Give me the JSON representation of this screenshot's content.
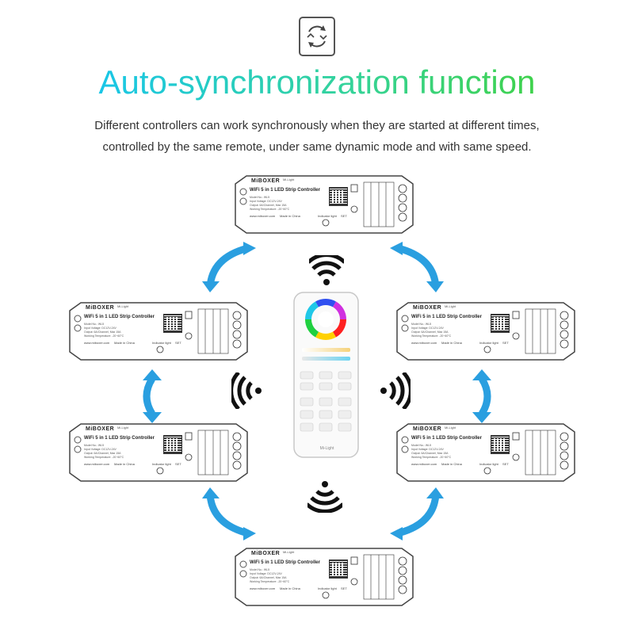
{
  "header": {
    "icon": "sync-arrows-icon",
    "title": "Auto-synchronization function",
    "description_line1": "Different controllers can work synchronously when they are started at different times,",
    "description_line2": "controlled by the same remote, under same dynamic mode and with same speed."
  },
  "controller": {
    "brand": "MiBOXER",
    "subbrand": "Mi-Light",
    "product_name": "WiFi 5 in 1 LED Strip Controller",
    "spec_lines": [
      "Model No.: WL5",
      "Input Voltage: DC12V-24V",
      "Output: 6A/Channel, Max 15A",
      "Working Temperature: -20~60°C"
    ],
    "website": "www.miboxer.com",
    "origin": "Made in China",
    "label_indicator": "Indicator light",
    "label_set": "SET"
  },
  "controllers": [
    {
      "id": "top"
    },
    {
      "id": "upper-left"
    },
    {
      "id": "upper-right"
    },
    {
      "id": "lower-left"
    },
    {
      "id": "lower-right"
    },
    {
      "id": "bottom"
    }
  ],
  "remote": {
    "brand": "Mi-Light",
    "icon": "rgb-color-wheel-remote"
  },
  "colors": {
    "title_gradient_start": "#19c6e8",
    "title_gradient_end": "#3fd24a",
    "arrow": "#2a9fe0",
    "signal": "#111111"
  }
}
